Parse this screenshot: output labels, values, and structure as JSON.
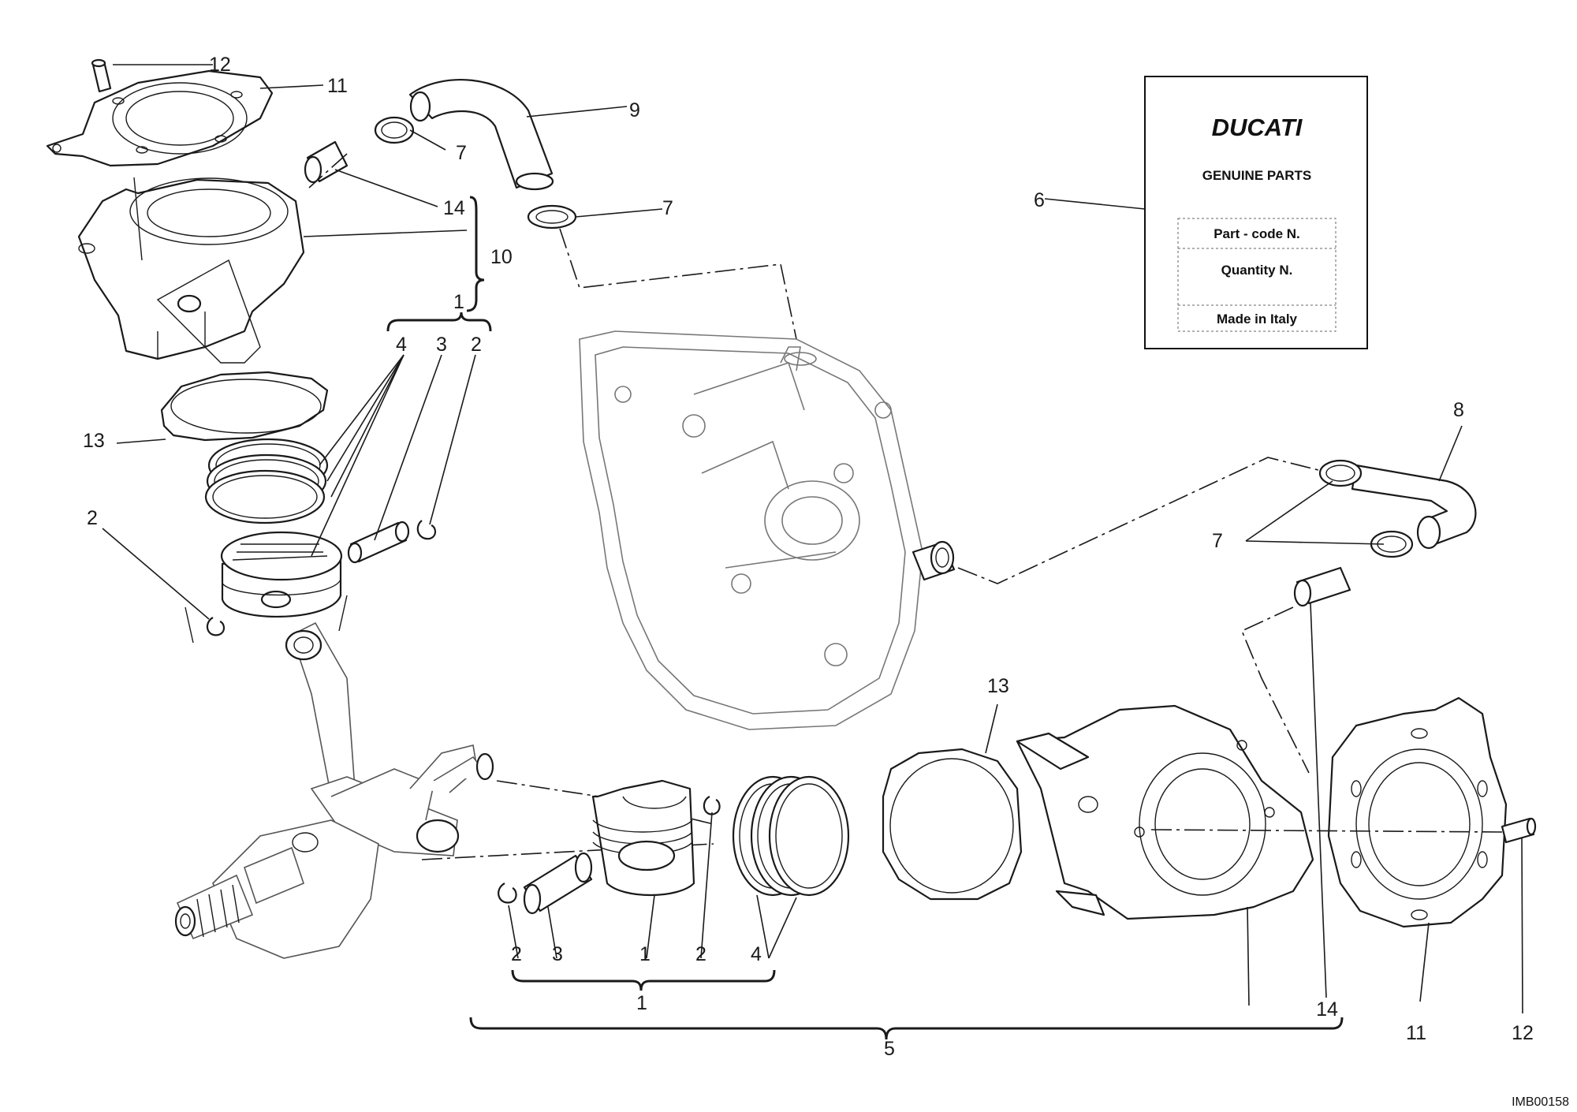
{
  "label_box": {
    "brand": "DUCATI",
    "heading": "GENUINE PARTS",
    "fields": [
      "Part - code N.",
      "Quantity N.",
      "Made in Italy"
    ]
  },
  "callouts": {
    "c1a": "1",
    "c1b": "1",
    "c2a": "2",
    "c2b": "2",
    "c2c": "2",
    "c2d": "2",
    "c3a": "3",
    "c3b": "3",
    "c4a": "4",
    "c4b": "4",
    "c5": "5",
    "c6": "6",
    "c7a": "7",
    "c7b": "7",
    "c7c": "7",
    "c8": "8",
    "c9": "9",
    "c10": "10",
    "c11a": "11",
    "c11b": "11",
    "c12a": "12",
    "c12b": "12",
    "c13a": "13",
    "c13b": "13",
    "c14a": "14",
    "c14b": "14"
  },
  "image_code": "IMB00158"
}
